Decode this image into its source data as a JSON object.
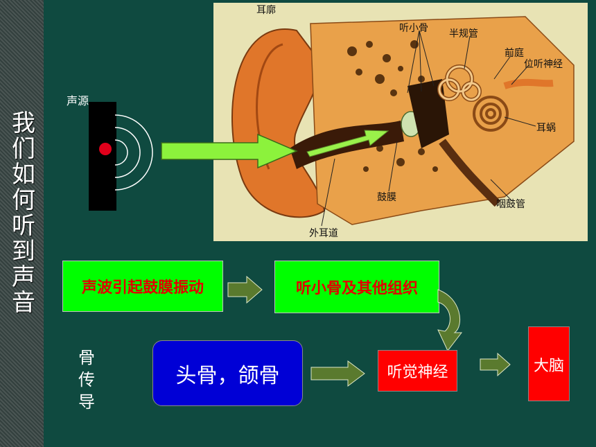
{
  "side_title": [
    "我",
    "们",
    "如",
    "何",
    "听",
    "到",
    "声",
    "音"
  ],
  "sound_source_label": "声源",
  "ear_labels": {
    "auricle": "耳廓",
    "ossicles": "听小骨",
    "semicircular": "半规管",
    "vestibule": "前庭",
    "vestibular_nerve": "位听神经",
    "cochlea": "耳蜗",
    "eardrum": "鼓膜",
    "eustachian": "咽鼓管",
    "ear_canal": "外耳道"
  },
  "flow": {
    "step1": "声波引起鼓膜振动",
    "step2": "听小骨及其他组织",
    "nerve": "听觉神经",
    "brain": "大脑",
    "bone": "头骨，颌骨"
  },
  "bone_conduction_label": [
    "骨",
    "传",
    "导"
  ],
  "colors": {
    "background": "#0f4a40",
    "green_box": "#00ff00",
    "red_box": "#ff0000",
    "blue_box": "#0000d6",
    "arrow": "#5a7a2e"
  }
}
